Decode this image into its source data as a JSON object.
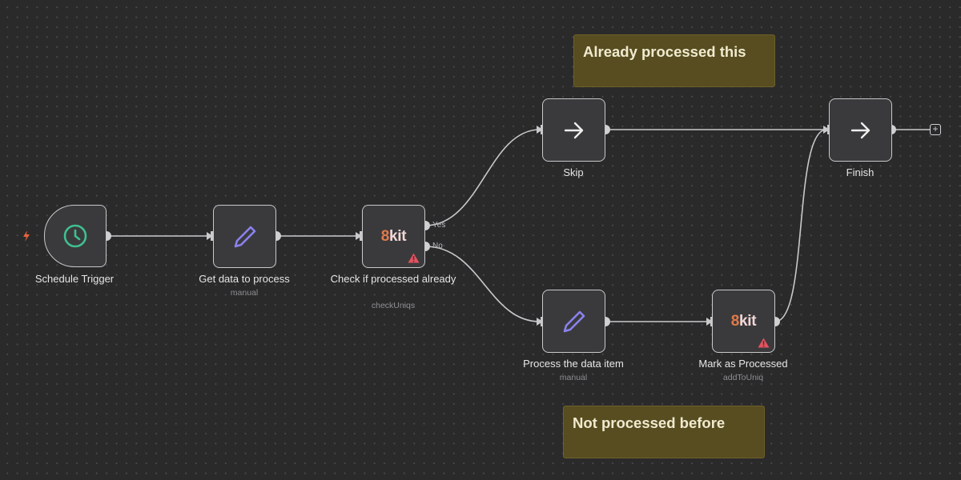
{
  "canvas": {
    "background": "#2a2a2b",
    "accent_colors": {
      "clock": "#3fbf8f",
      "pencil": "#8b82ef",
      "kit_8": "#e07a4a",
      "warning": "#e5515f",
      "trigger_bolt": "#e8643c",
      "sticky": "#574d20"
    }
  },
  "nodes": [
    {
      "id": "schedule-trigger",
      "label": "Schedule Trigger",
      "subtitle": "",
      "icon": "clock-icon"
    },
    {
      "id": "get-data",
      "label": "Get data to process",
      "subtitle": "manual",
      "icon": "pencil-icon"
    },
    {
      "id": "check-processed",
      "label": "Check if processed already",
      "subtitle": "checkUniqs",
      "icon": "8kit-logo",
      "warning": true,
      "outputs": [
        "Yes",
        "No"
      ]
    },
    {
      "id": "skip",
      "label": "Skip",
      "subtitle": "",
      "icon": "arrow-right-icon"
    },
    {
      "id": "finish",
      "label": "Finish",
      "subtitle": "",
      "icon": "arrow-right-icon"
    },
    {
      "id": "process-item",
      "label": "Process the data item",
      "subtitle": "manual",
      "icon": "pencil-icon"
    },
    {
      "id": "mark-processed",
      "label": "Mark as Processed",
      "subtitle": "addToUniq",
      "icon": "8kit-logo",
      "warning": true
    }
  ],
  "kit_logo": {
    "part1": "8",
    "part2": "kit"
  },
  "connections": [
    {
      "from": "schedule-trigger",
      "to": "get-data"
    },
    {
      "from": "get-data",
      "to": "check-processed"
    },
    {
      "from": "check-processed",
      "output": "Yes",
      "to": "skip"
    },
    {
      "from": "check-processed",
      "output": "No",
      "to": "process-item"
    },
    {
      "from": "skip",
      "to": "finish"
    },
    {
      "from": "process-item",
      "to": "mark-processed"
    },
    {
      "from": "mark-processed",
      "to": "finish"
    }
  ],
  "sticky_notes": [
    {
      "text": "Already processed this"
    },
    {
      "text": "Not processed before"
    }
  ],
  "add_node_button": {
    "label": "+"
  }
}
